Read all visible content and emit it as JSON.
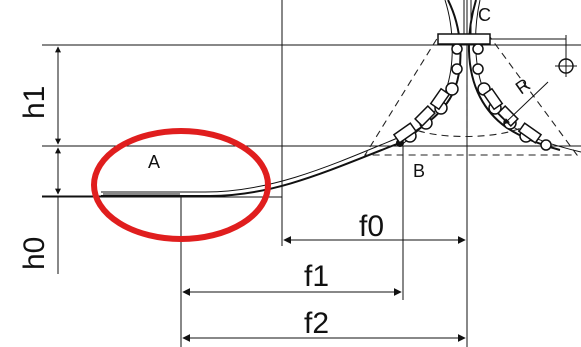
{
  "labels": {
    "h1": "h1",
    "h0": "h0",
    "f0": "f0",
    "f1": "f1",
    "f2": "f2",
    "A": "A",
    "B": "B",
    "C": "C",
    "R": "R"
  },
  "colors": {
    "highlight": "#e01e1e",
    "line": "#111111"
  }
}
